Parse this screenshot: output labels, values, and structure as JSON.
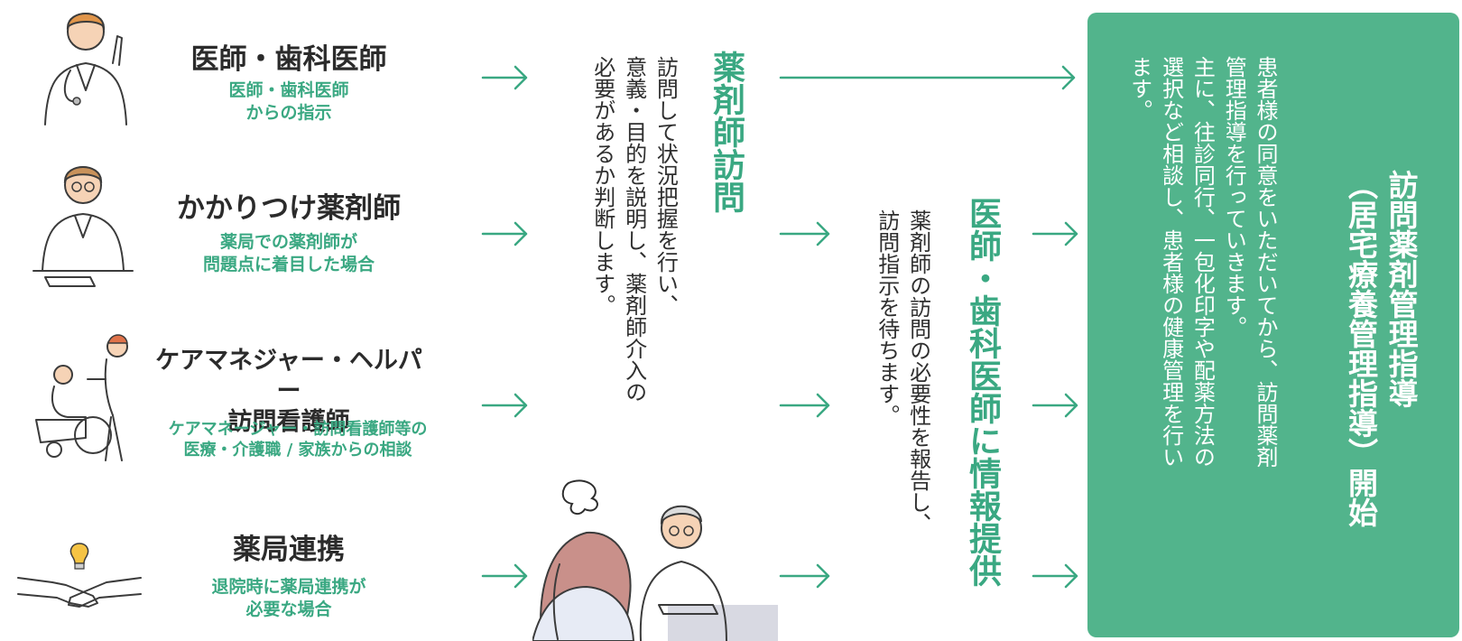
{
  "sources": [
    {
      "title": "医師・歯科医師",
      "sub": "医師・歯科医師\nからの指示",
      "icon": "doctor-icon"
    },
    {
      "title": "かかりつけ薬剤師",
      "sub": "薬局での薬剤師が\n問題点に着目した場合",
      "icon": "pharmacist-icon"
    },
    {
      "title": "ケアマネジャー・ヘルパー\n訪問看護師",
      "sub": "ケアマネージャー・訪問看護師等の\n医療・介護職 / 家族からの相談",
      "icon": "wheelchair-caregiver-icon"
    },
    {
      "title": "薬局連携",
      "sub": "退院時に薬局連携が\n必要な場合",
      "icon": "handshake-icon"
    }
  ],
  "visit": {
    "heading": "薬剤師訪問",
    "body": "訪問して状況把握を行い、\n意義・目的を説明し、薬剤師介入の\n必要があるか判断します。"
  },
  "inform": {
    "heading": "医師・歯科医師に情報提供",
    "body": "薬剤師の訪問の必要性を報告し、\n訪問指示を待ちます。"
  },
  "final": {
    "title": "訪問薬剤管理指導\n（居宅療養管理指導）開始",
    "body": "患者様の同意をいただいてから、訪問薬剤\n管理指導を行っていきます。\n主に、往診同行、一包化印字や配薬方法の\n選択など相談し、患者様の健康管理を行い\nます。"
  },
  "colors": {
    "accent": "#3aa882",
    "box": "#52b48c",
    "text": "#2b2b2b"
  },
  "illustrations": {
    "consult": "pharmacist-consult-illustration"
  }
}
